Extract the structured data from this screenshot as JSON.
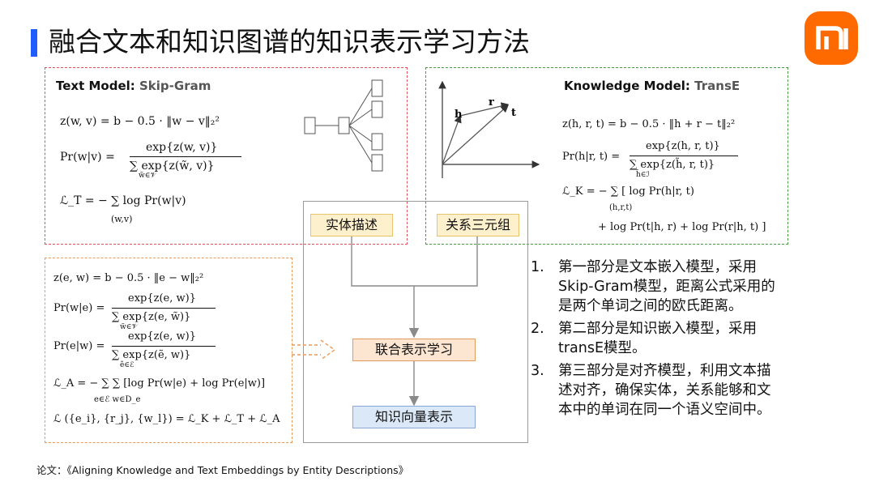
{
  "header": {
    "title": "融合文本和知识图谱的知识表示学习方法"
  },
  "logo": {
    "text": "mi",
    "color": "#ff6a00"
  },
  "text_model": {
    "title_prefix": "Text Model:",
    "title_name": "Skip-Gram",
    "eq1": "z(w, v) = b − 0.5 · ‖w − v‖₂²",
    "eq2_lhs": "Pr(w|v) =",
    "eq2_num": "exp{z(w, v)}",
    "eq2_den": "∑ exp{z(w̃, v)}",
    "eq2_den_sub": "w̃∈𝒱",
    "eq3": "ℒ_T = − ∑ log Pr(w|v)",
    "eq3_sub": "(w,v)"
  },
  "knowledge_model": {
    "title_prefix": "Knowledge Model:",
    "title_name": "TransE",
    "eq1": "z(h, r, t) = b − 0.5 · ‖h + r − t‖₂²",
    "eq2_lhs": "Pr(h|r, t) =",
    "eq2_num": "exp{z(h, r, t)}",
    "eq2_den": "∑ exp{z(h̃, r, t)}",
    "eq2_den_sub": "h̃∈ℐ",
    "eq3": "ℒ_K = − ∑ [ log Pr(h|r, t)",
    "eq3_sub": "(h,r,t)",
    "eq4": "+ log Pr(t|h, r) + log Pr(r|h, t) ]",
    "vec_h": "h",
    "vec_r": "r",
    "vec_t": "t"
  },
  "alignment_model": {
    "eq1": "z(e, w) = b − 0.5 · ‖e − w‖₂²",
    "eq2_lhs": "Pr(w|e) =",
    "eq2_num": "exp{z(e, w)}",
    "eq2_den": "∑ exp{z(e, w̃)}",
    "eq2_den_sub": "w̃∈𝒱",
    "eq3_lhs": "Pr(e|w) =",
    "eq3_num": "exp{z(e, w)}",
    "eq3_den": "∑ exp{z(ẽ, w)}",
    "eq3_den_sub": "ẽ∈ℰ",
    "eq4": "ℒ_A = − ∑ ∑ [log Pr(w|e) + log Pr(e|w)]",
    "eq4_sub": "e∈ℰ w∈D_e",
    "eq5": "ℒ ({e_i}, {r_j}, {w_l}) = ℒ_K + ℒ_T + ℒ_A"
  },
  "flow": {
    "entity_desc": "实体描述",
    "relation_triple": "关系三元组",
    "joint_learning": "联合表示学习",
    "knowledge_vector": "知识向量表示"
  },
  "list": [
    {
      "num": "1.",
      "text": "第一部分是文本嵌入模型，采用Skip-Gram模型，距离公式采用的是两个单词之间的欧氏距离。"
    },
    {
      "num": "2.",
      "text": "第二部分是知识嵌入模型，采用transE模型。"
    },
    {
      "num": "3.",
      "text": "第三部分是对齐模型，利用文本描述对齐，确保实体，关系能够和文本中的单词在同一个语义空间中。"
    }
  ],
  "footer": {
    "text": "论文：《Aligning Knowledge and Text Embeddings by Entity Descriptions》"
  }
}
